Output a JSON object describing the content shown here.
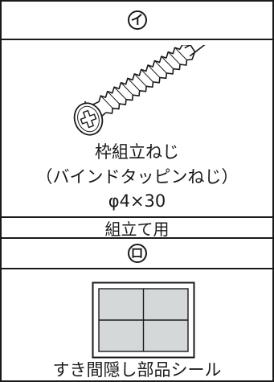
{
  "part_a": {
    "marker": "イ",
    "name": "枠組立ねじ",
    "spec": "（バインドタッピンねじ）",
    "size": "φ4×30",
    "usage": "組立て用",
    "icon": "screw-illustration"
  },
  "part_b": {
    "marker": "ロ",
    "name": "すき間隠し部品シール",
    "icon": "seal-sheet-illustration",
    "seal_fill_color": "#d4d8d9"
  }
}
